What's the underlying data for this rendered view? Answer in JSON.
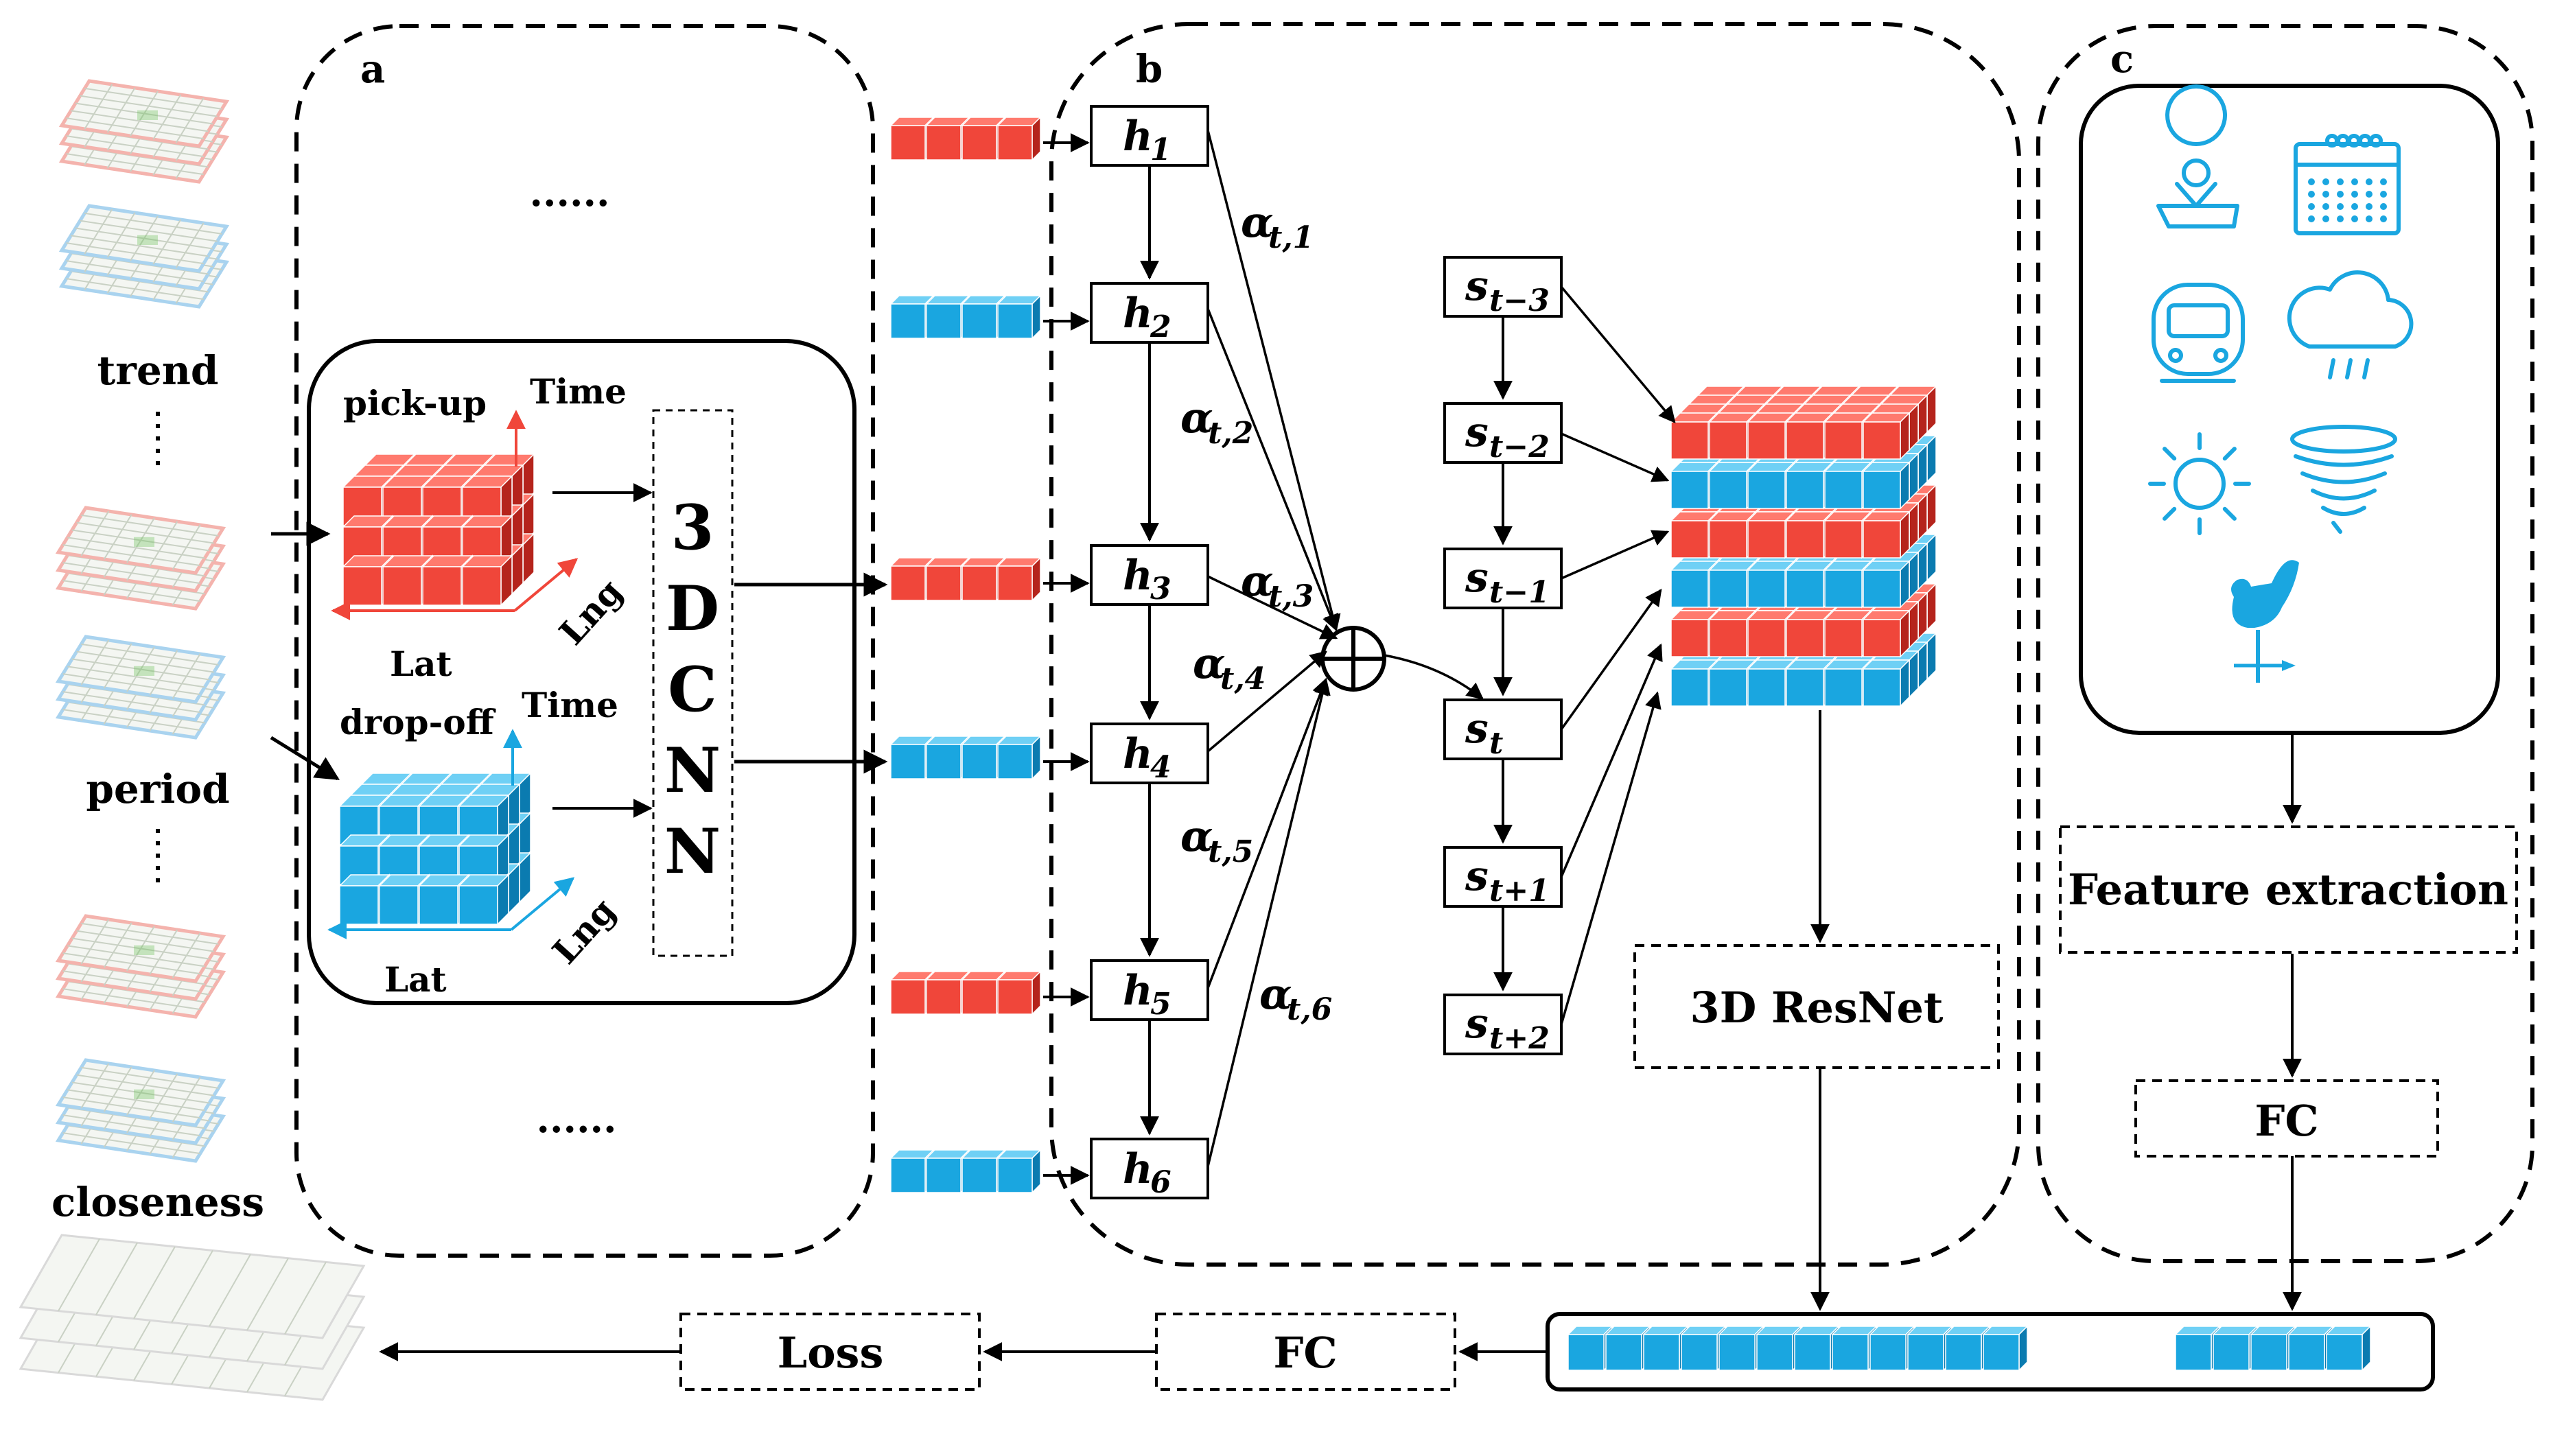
{
  "colors": {
    "red": "#f0463a",
    "red_top": "#ff7a6e",
    "red_side": "#b5241c",
    "blue": "#1aa6e0",
    "blue_top": "#6fd0f5",
    "blue_side": "#0b7bb0",
    "icon": "#1aa6e0",
    "stroke": "#000000"
  },
  "panels": {
    "a": "a",
    "b": "b",
    "c": "c"
  },
  "inputs": {
    "trend": "trend",
    "period": "period",
    "closeness": "closeness",
    "dots_top": "......",
    "dots_bottom": "......"
  },
  "cnn": {
    "pickup": "pick-up",
    "dropoff": "drop-off",
    "time": "Time",
    "lat": "Lat",
    "lng": "Lng",
    "letters": [
      "3",
      "D",
      "C",
      "N",
      "N"
    ]
  },
  "hidden": [
    {
      "base": "h",
      "sub": "1"
    },
    {
      "base": "h",
      "sub": "2"
    },
    {
      "base": "h",
      "sub": "3"
    },
    {
      "base": "h",
      "sub": "4"
    },
    {
      "base": "h",
      "sub": "5"
    },
    {
      "base": "h",
      "sub": "6"
    }
  ],
  "alphas": [
    {
      "base": "α",
      "sub": "t,1"
    },
    {
      "base": "α",
      "sub": "t,2"
    },
    {
      "base": "α",
      "sub": "t,3"
    },
    {
      "base": "α",
      "sub": "t,4"
    },
    {
      "base": "α",
      "sub": "t,5"
    },
    {
      "base": "α",
      "sub": "t,6"
    }
  ],
  "states": [
    {
      "base": "s",
      "sub": "t−3"
    },
    {
      "base": "s",
      "sub": "t−2"
    },
    {
      "base": "s",
      "sub": "t−1"
    },
    {
      "base": "s",
      "sub": "t"
    },
    {
      "base": "s",
      "sub": "t+1"
    },
    {
      "base": "s",
      "sub": "t+2"
    }
  ],
  "sum_symbol": "⊕",
  "boxes": {
    "resnet": "3D ResNet",
    "feature": "Feature extraction",
    "fc_right": "FC",
    "fc_bottom": "FC",
    "loss": "Loss"
  },
  "icons": [
    "location-pin-icon",
    "calendar-icon",
    "train-icon",
    "rain-cloud-icon",
    "sun-icon",
    "tornado-icon",
    "weathervane-rooster-icon"
  ]
}
